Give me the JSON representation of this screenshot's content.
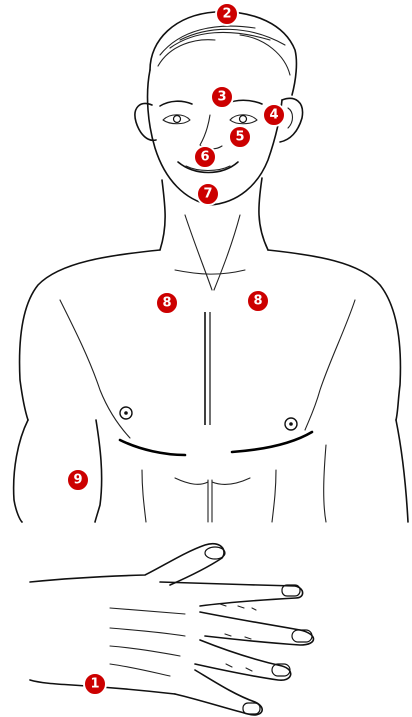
{
  "colors": {
    "marker_fill": "#cc0000",
    "marker_ring": "#ffffff",
    "marker_text": "#ffffff",
    "line_art": "#111111",
    "background": "#ffffff"
  },
  "markers": [
    {
      "id": "m2",
      "label": "2"
    },
    {
      "id": "m3",
      "label": "3"
    },
    {
      "id": "m4",
      "label": "4"
    },
    {
      "id": "m5",
      "label": "5"
    },
    {
      "id": "m6",
      "label": "6"
    },
    {
      "id": "m7",
      "label": "7"
    },
    {
      "id": "m8a",
      "label": "8"
    },
    {
      "id": "m8b",
      "label": "8"
    },
    {
      "id": "m9",
      "label": "9"
    },
    {
      "id": "m1",
      "label": "1"
    }
  ]
}
